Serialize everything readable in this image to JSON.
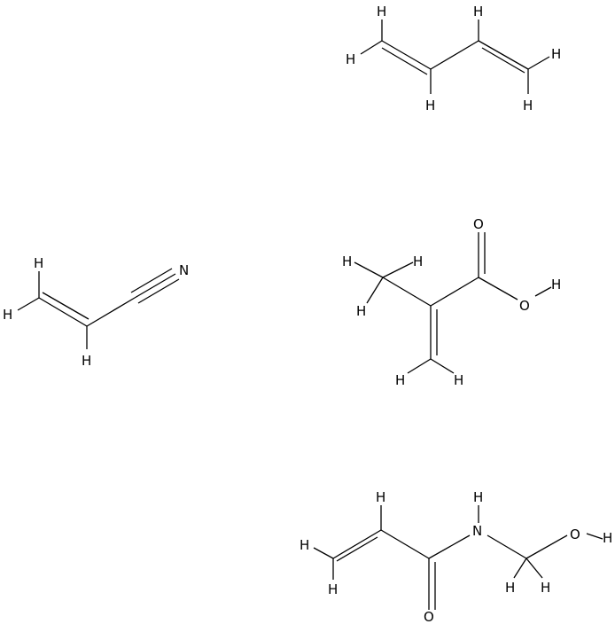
{
  "diagram": {
    "molecules": [
      {
        "id": "butadiene",
        "atoms": {
          "h1": "H",
          "h2": "H",
          "h3": "H",
          "h4": "H",
          "h5": "H",
          "h6": "H"
        }
      },
      {
        "id": "acrylonitrile",
        "atoms": {
          "n": "N",
          "h1": "H",
          "h2": "H",
          "h3": "H"
        }
      },
      {
        "id": "methacrylic-acid",
        "atoms": {
          "o_carbonyl": "O",
          "o_hydroxyl": "O",
          "h_hydroxyl": "H",
          "h_methyl_1": "H",
          "h_methyl_2": "H",
          "h_methyl_3": "H",
          "h_vinyl_1": "H",
          "h_vinyl_2": "H"
        }
      },
      {
        "id": "n-methylolacrylamide",
        "atoms": {
          "h_vinyl_top": "H",
          "h_vinyl_1": "H",
          "h_vinyl_2": "H",
          "n": "N",
          "h_n": "H",
          "o_carbonyl": "O",
          "h_ch2_1": "H",
          "h_ch2_2": "H",
          "o_hydroxyl": "O",
          "h_hydroxyl": "H"
        }
      }
    ]
  }
}
